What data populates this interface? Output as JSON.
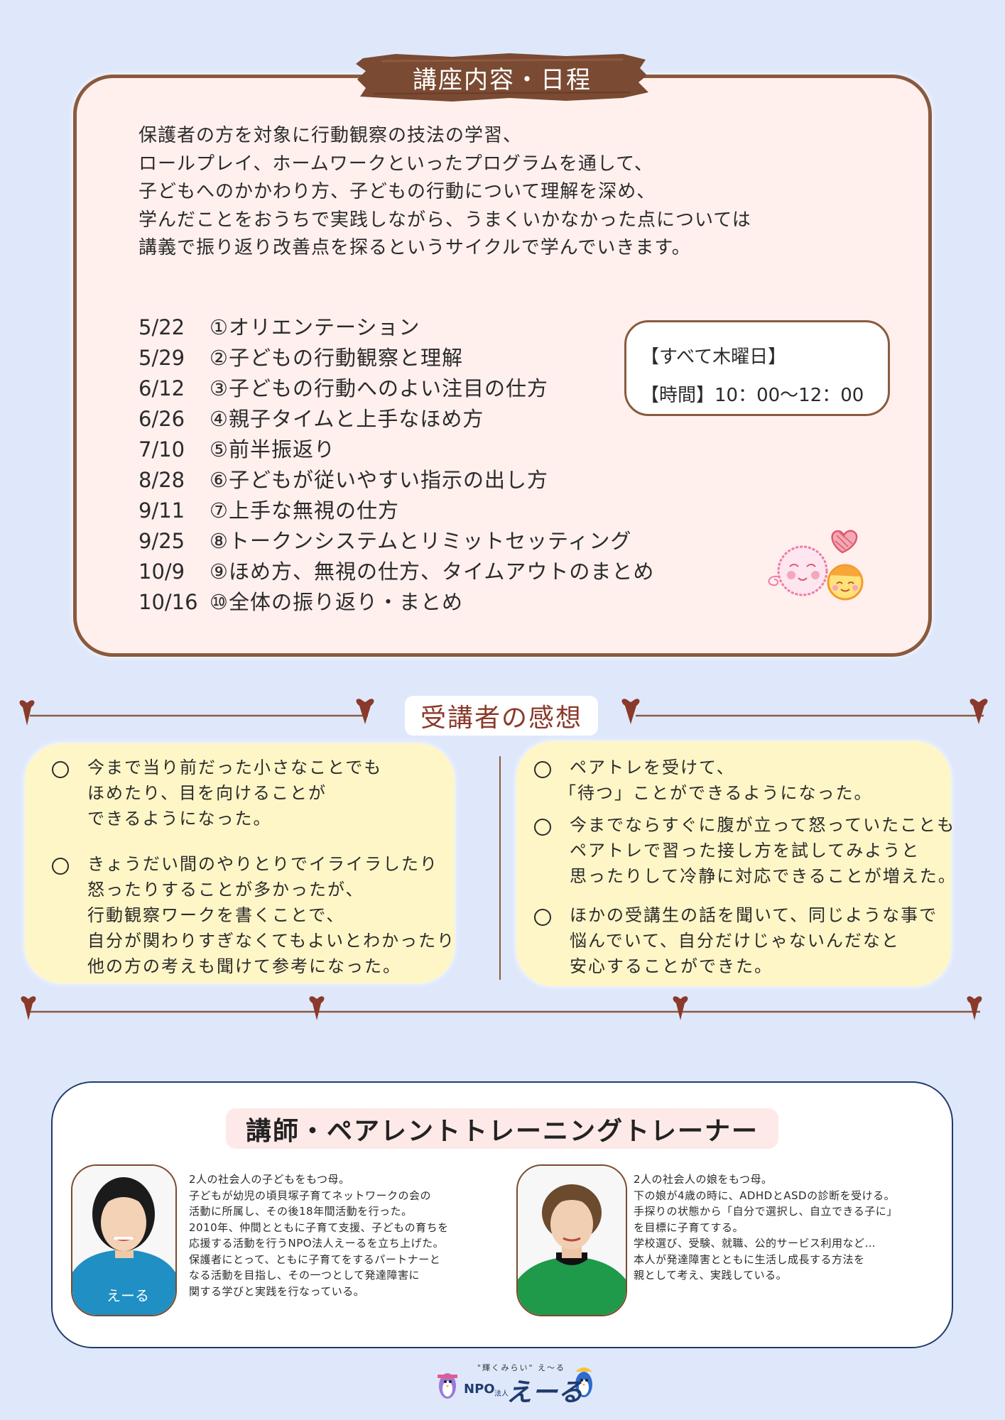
{
  "course": {
    "title": "講座内容・日程",
    "intro": [
      "保護者の方を対象に行動観察の技法の学習、",
      "ロールプレイ、ホームワークといったプログラムを通して、",
      "子どもへのかかわり方、子どもの行動について理解を深め、",
      "学んだことをおうちで実践しながら、うまくいかなかった点については",
      "講義で振り返り改善点を探るというサイクルで学んでいきます。"
    ],
    "schedule": [
      {
        "date": "5/22",
        "topic": "①オリエンテーション"
      },
      {
        "date": "5/29",
        "topic": "②子どもの行動観察と理解"
      },
      {
        "date": "6/12",
        "topic": "③子どもの行動へのよい注目の仕方"
      },
      {
        "date": "6/26",
        "topic": "④親子タイムと上手なほめ方"
      },
      {
        "date": "7/10",
        "topic": "⑤前半振返り"
      },
      {
        "date": "8/28",
        "topic": "⑥子どもが従いやすい指示の出し方"
      },
      {
        "date": "9/11",
        "topic": "⑦上手な無視の仕方"
      },
      {
        "date": "9/25",
        "topic": "⑧トークンシステムとリミットセッティング"
      },
      {
        "date": "10/9",
        "topic": "⑨ほめ方、無視の仕方、タイムアウトのまとめ"
      },
      {
        "date": "10/16",
        "topic": "⑩全体の振り返り・まとめ"
      }
    ],
    "day_note": "【すべて木曜日】",
    "time_note": "【時間】10：00～12：00"
  },
  "feedback": {
    "heading": "受講者の感想",
    "left": [
      {
        "lines": [
          "今まで当り前だった小さなことでも",
          "ほめたり、目を向けることが",
          "できるようになった。"
        ]
      },
      {
        "lines": [
          "きょうだい間のやりとりでイライラしたり",
          "怒ったりすることが多かったが、",
          "行動観察ワークを書くことで、",
          "自分が関わりすぎなくてもよいとわかったり",
          "他の方の考えも聞けて参考になった。"
        ]
      }
    ],
    "right": [
      {
        "lines": [
          "ペアトレを受けて、",
          "「待つ」ことができるようになった。"
        ]
      },
      {
        "lines": [
          "今までならすぐに腹が立って怒っていたことも",
          "ペアトレで習った接し方を試してみようと",
          "思ったりして冷静に対応できることが増えた。"
        ]
      },
      {
        "lines": [
          "ほかの受講生の話を聞いて、同じような事で",
          "悩んでいて、自分だけじゃないんだなと",
          "安心することができた。"
        ]
      }
    ]
  },
  "instructors": {
    "heading": "講師・ペアレントトレーニングトレーナー",
    "bios": [
      {
        "lines": [
          "2人の社会人の子どもをもつ母。",
          "子どもが幼児の頃貝塚子育てネットワークの会の",
          "活動に所属し、その後18年間活動を行った。",
          "2010年、仲間とともに子育て支援、子どもの育ちを",
          "応援する活動を行うNPO法人えーるを立ち上げた。",
          "保護者にとって、ともに子育てをするパートナーと",
          "なる活動を目指し、その一つとして発達障害に",
          "関する学びと実践を行なっている。"
        ]
      },
      {
        "lines": [
          "2人の社会人の娘をもつ母。",
          "下の娘が4歳の時に、ADHDとASDの診断を受ける。",
          "手探りの状態から「自分で選択し、自立できる子に」",
          "を目標に子育てする。",
          "学校選び、受験、就職、公的サービス利用など…",
          "本人が発達障害とともに生活し成長する方法を",
          "親として考え、実践している。"
        ]
      }
    ],
    "shirt_print": "えーる"
  },
  "footer": {
    "tagline": "\"輝くみらい\" え～る",
    "npo": "NPO",
    "houjin": "法人",
    "name": "えーる"
  },
  "colors": {
    "page_bg": "#dfe8fb",
    "brown": "#8a5a3e",
    "course_panel": "#fff0ee",
    "feedback_card": "#fff6c7",
    "navy": "#1f3c6e"
  }
}
